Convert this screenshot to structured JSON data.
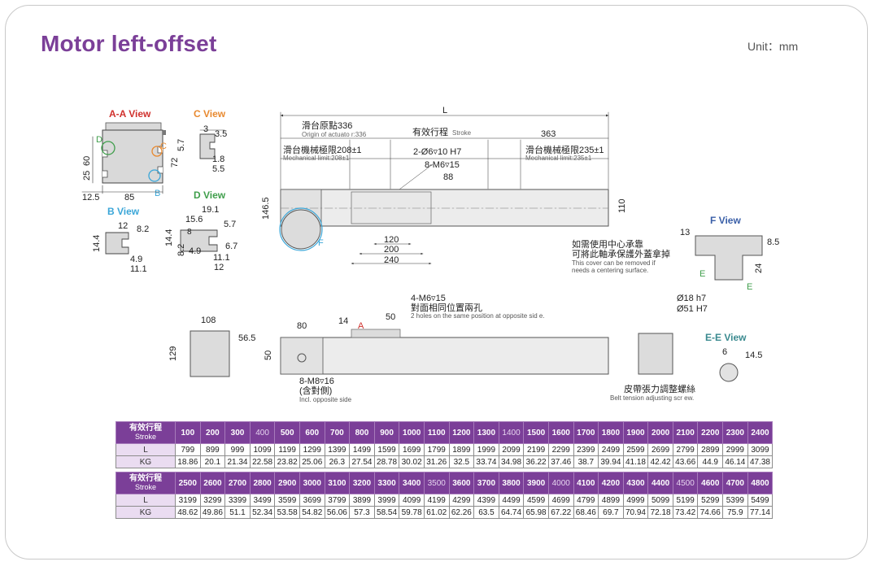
{
  "title": "Motor left-offset",
  "unit": "Unit：mm",
  "views": {
    "aa": {
      "label": "A-A View",
      "dims": [
        "60",
        "25",
        "72",
        "12.5",
        "85"
      ],
      "markers": [
        "D",
        "C",
        "B"
      ]
    },
    "c": {
      "label": "C View",
      "dims": [
        "3",
        "3.5",
        "5.7",
        "1.8",
        "5.5"
      ]
    },
    "b": {
      "label": "B View",
      "dims": [
        "12",
        "8.2",
        "14.4",
        "4.9",
        "11.1"
      ]
    },
    "d": {
      "label": "D View",
      "dims": [
        "19.1",
        "15.6",
        "5.7",
        "8",
        "14.4",
        "8.2",
        "4.9",
        "6.7",
        "11.1",
        "12"
      ]
    },
    "f": {
      "label": "F View",
      "dims": [
        "13",
        "8.5",
        "24",
        "Ø18 h7",
        "Ø51 H7"
      ],
      "markers": [
        "E",
        "E"
      ],
      "note_zh1": "如需使用中心承靠",
      "note_zh2": "可將此軸承保護外蓋拿掉",
      "note_en1": "This cover can be removed if",
      "note_en2": "needs a centering surface."
    },
    "ee": {
      "label": "E-E View",
      "dims": [
        "6",
        "14.5"
      ]
    }
  },
  "top_view": {
    "L": "L",
    "origin_zh": "滑台原點336",
    "origin_en": "Origin of actuato r:336",
    "stroke_zh": "有效行程",
    "stroke_en": "Stroke",
    "d363": "363",
    "mech_left_zh": "滑台機械極限208±1",
    "mech_left_en": "Mechanical limit:208±1",
    "mech_right_zh": "滑台機械極限235±1",
    "mech_right_en": "Mechanical limit:235±1",
    "holes1": "2-Ø6▿10 H7",
    "holes2": "8-M6▿15",
    "d88": "88",
    "d146": "146.5",
    "d110": "110",
    "d120": "120",
    "d200": "200",
    "d240": "240",
    "f_marker": "F"
  },
  "side_view": {
    "d108": "108",
    "d129": "129",
    "d565": "56.5",
    "d80": "80",
    "d14": "14",
    "d50a": "50",
    "d50b": "50",
    "a_marker": "A",
    "m6_zh1": "4-M6▿15",
    "m6_zh2": "對面相同位置兩孔",
    "m6_en": "2 holes on the same position at opposite sid e.",
    "m8": "8-M8▿16",
    "m8_zh": "(含對側)",
    "m8_en": "Incl. opposite side",
    "belt_zh": "皮帶張力調整螺絲",
    "belt_en": "Belt tension adjusting scr ew."
  },
  "table1": {
    "header_zh": "有效行程",
    "header_en": "Stroke",
    "strokes": [
      "100",
      "200",
      "300",
      "400",
      "500",
      "600",
      "700",
      "800",
      "900",
      "1000",
      "1100",
      "1200",
      "1300",
      "1400",
      "1500",
      "1600",
      "1700",
      "1800",
      "1900",
      "2000",
      "2100",
      "2200",
      "2300",
      "2400"
    ],
    "L_label": "L",
    "L": [
      "799",
      "899",
      "999",
      "1099",
      "1199",
      "1299",
      "1399",
      "1499",
      "1599",
      "1699",
      "1799",
      "1899",
      "1999",
      "2099",
      "2199",
      "2299",
      "2399",
      "2499",
      "2599",
      "2699",
      "2799",
      "2899",
      "2999",
      "3099"
    ],
    "KG_label": "KG",
    "KG": [
      "18.86",
      "20.1",
      "21.34",
      "22.58",
      "23.82",
      "25.06",
      "26.3",
      "27.54",
      "28.78",
      "30.02",
      "31.26",
      "32.5",
      "33.74",
      "34.98",
      "36.22",
      "37.46",
      "38.7",
      "39.94",
      "41.18",
      "42.42",
      "43.66",
      "44.9",
      "46.14",
      "47.38"
    ]
  },
  "table2": {
    "header_zh": "有效行程",
    "header_en": "Stroke",
    "strokes": [
      "2500",
      "2600",
      "2700",
      "2800",
      "2900",
      "3000",
      "3100",
      "3200",
      "3300",
      "3400",
      "3500",
      "3600",
      "3700",
      "3800",
      "3900",
      "4000",
      "4100",
      "4200",
      "4300",
      "4400",
      "4500",
      "4600",
      "4700",
      "4800"
    ],
    "L_label": "L",
    "L": [
      "3199",
      "3299",
      "3399",
      "3499",
      "3599",
      "3699",
      "3799",
      "3899",
      "3999",
      "4099",
      "4199",
      "4299",
      "4399",
      "4499",
      "4599",
      "4699",
      "4799",
      "4899",
      "4999",
      "5099",
      "5199",
      "5299",
      "5399",
      "5499"
    ],
    "KG_label": "KG",
    "KG": [
      "48.62",
      "49.86",
      "51.1",
      "52.34",
      "53.58",
      "54.82",
      "56.06",
      "57.3",
      "58.54",
      "59.78",
      "61.02",
      "62.26",
      "63.5",
      "64.74",
      "65.98",
      "67.22",
      "68.46",
      "69.7",
      "70.94",
      "72.18",
      "73.42",
      "74.66",
      "75.9",
      "77.14"
    ]
  },
  "colors": {
    "brand": "#7b3f98",
    "view_red": "#d0312d",
    "view_orange": "#e8892f",
    "view_blue": "#3aa6d8",
    "view_green": "#3f9e4b"
  }
}
